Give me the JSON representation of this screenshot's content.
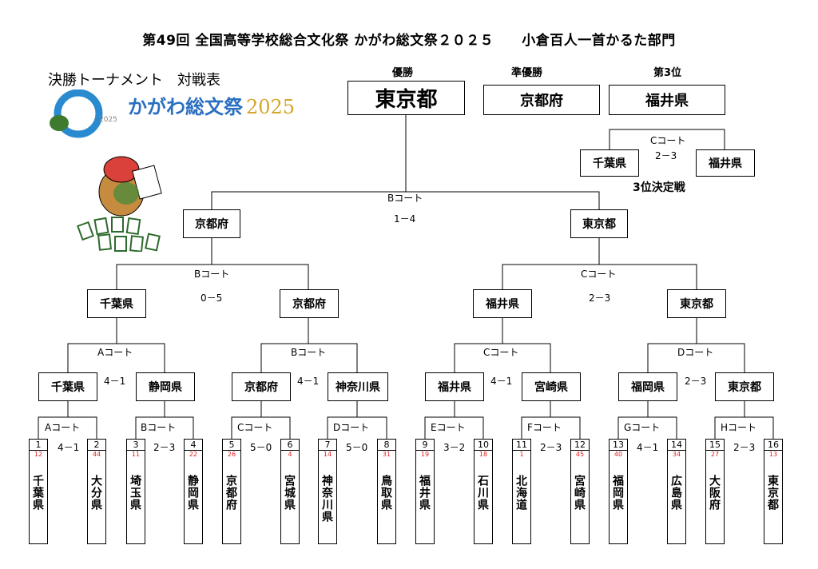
{
  "header": {
    "title": "第49回 全国高等学校総合文化祭 かがわ総文祭２０２５　　小倉百人一首かるた部門",
    "subtitle": "決勝トーナメント　対戦表",
    "logo_text": "かがわ総文祭",
    "logo_year": "2025"
  },
  "results": {
    "champion_label": "優勝",
    "champion": "東京都",
    "runner_up_label": "準優勝",
    "runner_up": "京都府",
    "third_label": "第3位",
    "third": "福井県"
  },
  "third_place_match": {
    "court": "Cコート",
    "score": "2－3",
    "left": "千葉県",
    "right": "福井県",
    "caption": "3位決定戦"
  },
  "final": {
    "court": "Bコート",
    "score": "1－4",
    "left": "京都府",
    "right": "東京都"
  },
  "semifinals": [
    {
      "court": "Bコート",
      "score": "0－5",
      "left": "千葉県",
      "right": "京都府"
    },
    {
      "court": "Cコート",
      "score": "2－3",
      "left": "福井県",
      "right": "東京都"
    }
  ],
  "quarterfinals": [
    {
      "court": "Aコート",
      "score": "4－1",
      "left": "千葉県",
      "right": "静岡県"
    },
    {
      "court": "Bコート",
      "score": "4－1",
      "left": "京都府",
      "right": "神奈川県"
    },
    {
      "court": "Cコート",
      "score": "4－1",
      "left": "福井県",
      "right": "宮崎県"
    },
    {
      "court": "Dコート",
      "score": "2－3",
      "left": "福岡県",
      "right": "東京都"
    }
  ],
  "first_round": [
    {
      "court": "Aコート",
      "score": "4－1"
    },
    {
      "court": "Bコート",
      "score": "2－3"
    },
    {
      "court": "Cコート",
      "score": "5－0"
    },
    {
      "court": "Dコート",
      "score": "5－0"
    },
    {
      "court": "Eコート",
      "score": "3－2"
    },
    {
      "court": "Fコート",
      "score": "2－3"
    },
    {
      "court": "Gコート",
      "score": "4－1"
    },
    {
      "court": "Hコート",
      "score": "2－3"
    }
  ],
  "entries": [
    {
      "no": "1",
      "seed": "12",
      "name": "千葉県"
    },
    {
      "no": "2",
      "seed": "44",
      "name": "大分県"
    },
    {
      "no": "3",
      "seed": "11",
      "name": "埼玉県"
    },
    {
      "no": "4",
      "seed": "22",
      "name": "静岡県"
    },
    {
      "no": "5",
      "seed": "26",
      "name": "京都府"
    },
    {
      "no": "6",
      "seed": "4",
      "name": "宮城県"
    },
    {
      "no": "7",
      "seed": "14",
      "name": "神奈川県"
    },
    {
      "no": "8",
      "seed": "31",
      "name": "鳥取県"
    },
    {
      "no": "9",
      "seed": "19",
      "name": "福井県"
    },
    {
      "no": "10",
      "seed": "18",
      "name": "石川県"
    },
    {
      "no": "11",
      "seed": "1",
      "name": "北海道"
    },
    {
      "no": "12",
      "seed": "45",
      "name": "宮崎県"
    },
    {
      "no": "13",
      "seed": "40",
      "name": "福岡県"
    },
    {
      "no": "14",
      "seed": "34",
      "name": "広島県"
    },
    {
      "no": "15",
      "seed": "27",
      "name": "大阪府"
    },
    {
      "no": "16",
      "seed": "13",
      "name": "東京都"
    }
  ]
}
